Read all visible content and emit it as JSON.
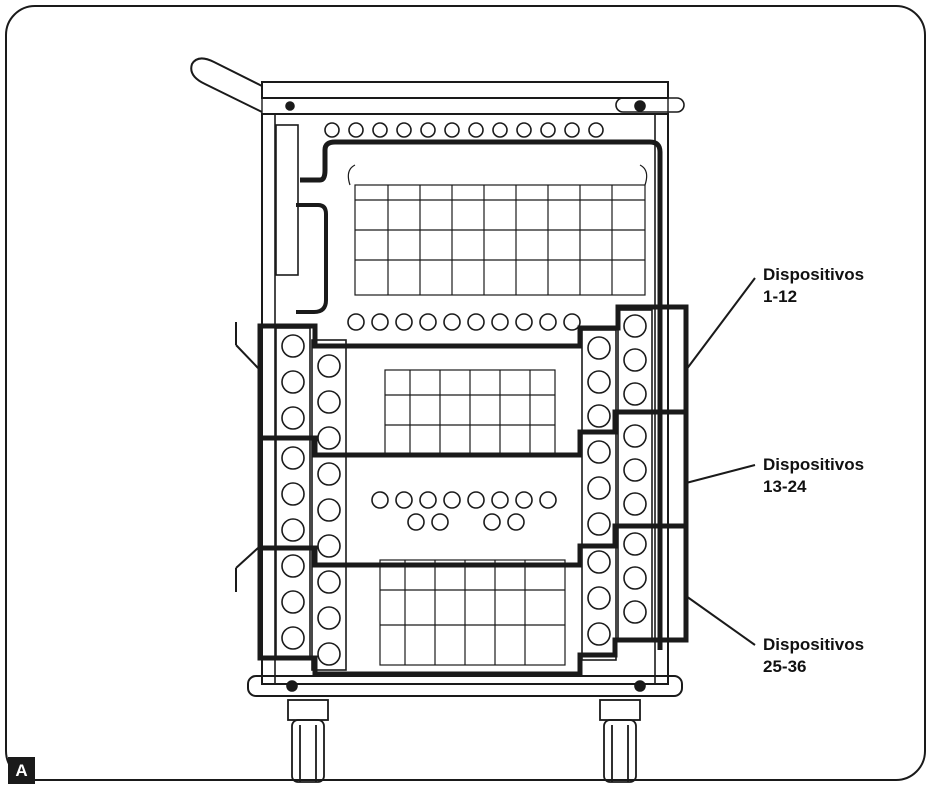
{
  "figure": {
    "badge": "A"
  },
  "callouts": [
    {
      "title": "Dispositivos",
      "range": "1-12"
    },
    {
      "title": "Dispositivos",
      "range": "13-24"
    },
    {
      "title": "Dispositivos",
      "range": "25-36"
    }
  ],
  "colors": {
    "stroke": "#1a1a1a",
    "background": "#ffffff"
  }
}
